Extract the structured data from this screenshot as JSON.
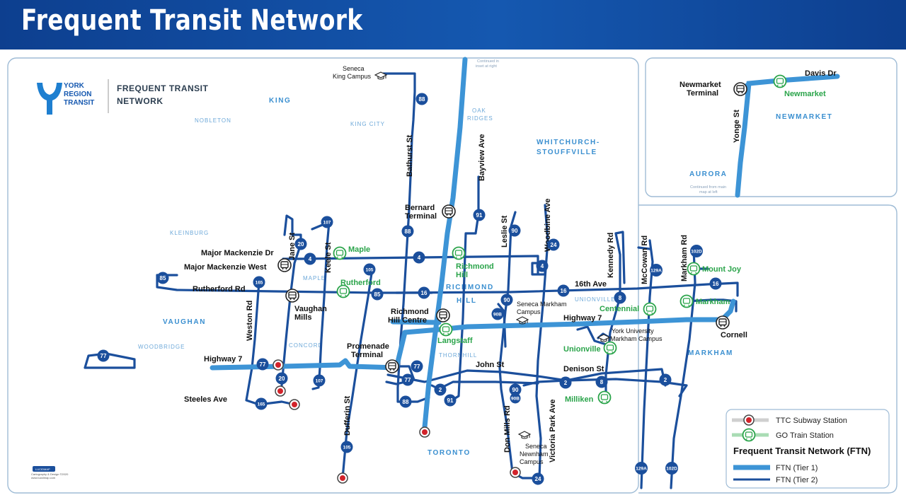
{
  "header": {
    "title": "Frequent Transit Network"
  },
  "brand": {
    "line1": "YORK",
    "line2": "REGION",
    "line3": "TRANSIT",
    "sub1": "FREQUENT TRANSIT",
    "sub2": "NETWORK"
  },
  "areas": {
    "king": "KING",
    "nobleton": "NOBLETON",
    "king_city": "KING CITY",
    "oak": "OAK",
    "ridges": "RIDGES",
    "whitchurch": "WHITCHURCH-",
    "stouffville": "STOUFFVILLE",
    "kleinburg": "KLEINBURG",
    "maple": "MAPLE",
    "richmond": "RICHMOND",
    "hill": "HILL",
    "unionville": "UNIONVILLE",
    "vaughan": "VAUGHAN",
    "woodbridge": "WOODBRIDGE",
    "concord": "CONCORD",
    "thornhill": "THORNHILL",
    "markham": "MARKHAM",
    "toronto": "TORONTO",
    "newmarket": "NEWMARKET",
    "aurora": "AURORA"
  },
  "notes": {
    "top1": "Continued in",
    "top2": "inset at right",
    "inset1": "Continued from main",
    "inset2": "map at left"
  },
  "roads": {
    "bathurst": "Bathurst St",
    "bayview": "Bayview Ave",
    "leslie": "Leslie St",
    "woodbine": "Woodbine Ave",
    "kennedy": "Kennedy Rd",
    "mccowan": "McCowan Rd",
    "markham_rd": "Markham Rd",
    "jane": "Jane St",
    "keele": "Keele St",
    "weston": "Weston Rd",
    "dufferin": "Dufferin St",
    "don_mills": "Don Mills Rd",
    "victoria_park": "Victoria Park Ave",
    "major_mack": "Major Mackenzie Dr",
    "rutherford": "Rutherford Rd",
    "sixteenth": "16th Ave",
    "highway7_w": "Highway 7",
    "highway7_e": "Highway 7",
    "steeles": "Steeles Ave",
    "john": "John St",
    "denison": "Denison St",
    "davis": "Davis Dr",
    "yonge": "Yonge St"
  },
  "stations": {
    "seneca_king_1": "Seneca",
    "seneca_king_2": "King Campus",
    "bernard_1": "Bernard",
    "bernard_2": "Terminal",
    "mmw": "Major Mackenzie West",
    "vaughan_mills_1": "Vaughan",
    "vaughan_mills_2": "Mills",
    "rh_centre_1": "Richmond",
    "rh_centre_2": "Hill Centre",
    "promenade_1": "Promenade",
    "promenade_2": "Terminal",
    "seneca_markham_1": "Seneca Markham",
    "seneca_markham_2": "Campus",
    "york_u_1": "York University",
    "york_u_2": "Markham Campus",
    "cornell": "Cornell",
    "seneca_newnham_1": "Seneca",
    "seneca_newnham_2": "Newnham",
    "seneca_newnham_3": "Campus",
    "newmarket_term_1": "Newmarket",
    "newmarket_term_2": "Terminal"
  },
  "go_stations": {
    "maple": "Maple",
    "rutherford": "Rutherford",
    "richmond_hill_1": "Richmond",
    "richmond_hill_2": "Hill",
    "langstaff": "Langstaff",
    "mount_joy": "Mount Joy",
    "markham": "Markham",
    "centennial": "Centennial",
    "unionville": "Unionville",
    "milliken": "Milliken",
    "newmarket": "Newmarket"
  },
  "routes": {
    "r88": "88",
    "r107": "107",
    "r20": "20",
    "r4": "4",
    "r105": "105",
    "r85": "85",
    "r165": "165",
    "r16": "16",
    "r91": "91",
    "r90": "90",
    "r90b": "90B",
    "r24": "24",
    "r8": "8",
    "r129a": "129A",
    "r102d": "102D",
    "r77": "77",
    "r2": "2"
  },
  "legend": {
    "ttc": "TTC Subway Station",
    "go": "GO Train Station",
    "title": "Frequent Transit Network (FTN)",
    "tier1": "FTN (Tier 1)",
    "tier2": "FTN (Tier 2)"
  },
  "credit": {
    "c1": "LUCIDMAP",
    "c2": "Cartography & Design ©2020",
    "c3": "www.lucidmap.com"
  },
  "colors": {
    "tier1": "#3d94d6",
    "tier2": "#1b4f9c",
    "go": "#2aa44a",
    "ttc": "#d2232a",
    "header": "#0d3f8f"
  }
}
